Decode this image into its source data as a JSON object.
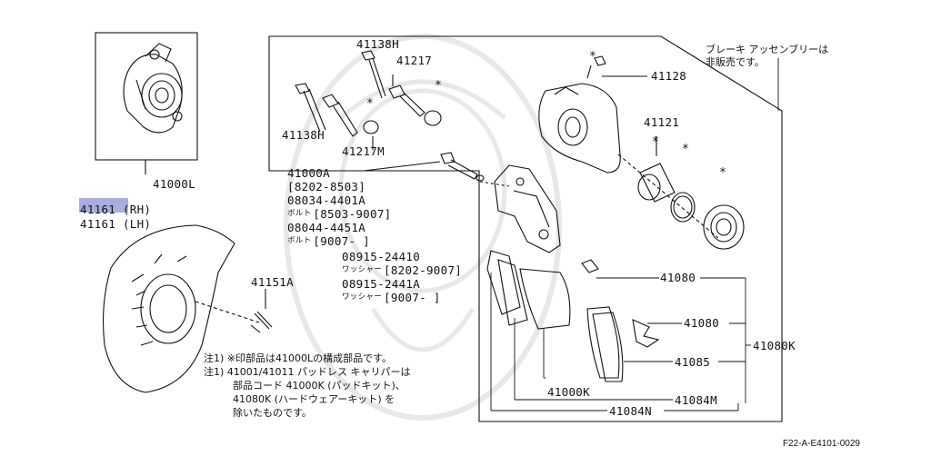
{
  "parts": {
    "p41000L": "41000L",
    "p41161_rh": "41161 (RH)",
    "p41161_lh": "41161 (LH)",
    "p41151A": "41151A",
    "p41138H_top": "41138H",
    "p41217_top": "41217",
    "p41138H_left": "41138H",
    "p41217M": "41217M",
    "p41128": "41128",
    "p41121": "41121",
    "p41000A": "41000A",
    "p41000A_range": "[8202-8503]",
    "p08034": "08034-4401A",
    "p08034_range": "[8503-9007]",
    "p08044": "08044-4451A",
    "p08044_range": "[9007-      ]",
    "p08915_1": "08915-24410",
    "p08915_1_range": "[8202-9007]",
    "p08915_2": "08915-2441A",
    "p08915_2_range": "[9007-      ]",
    "p41080_a": "41080",
    "p41080_b": "41080",
    "p41085": "41085",
    "p41080K": "41080K",
    "p41000K": "41000K",
    "p41084M": "41084M",
    "p41084N": "41084N"
  },
  "small_tags": {
    "bolt_1": "ボルト",
    "bolt_2": "ボルト",
    "washer_1": "ワッシャー",
    "washer_2": "ワッシャー"
  },
  "header_note": {
    "line1": "ブレーキ  アッセンブリーは",
    "line2": "非販売です。"
  },
  "notes": {
    "line1": "注1) ※印部品は41000Lの構成部品です。",
    "line2": "注1) 41001/41011 パッドレス  キャリパーは",
    "line3": "部品コード 41000K (パッドキット)、",
    "line4": "41080K (ハードウェアーキット) を",
    "line5": "除いたものです。"
  },
  "star_symbol": "*",
  "figure_code": "F22-A-E4101-0029"
}
